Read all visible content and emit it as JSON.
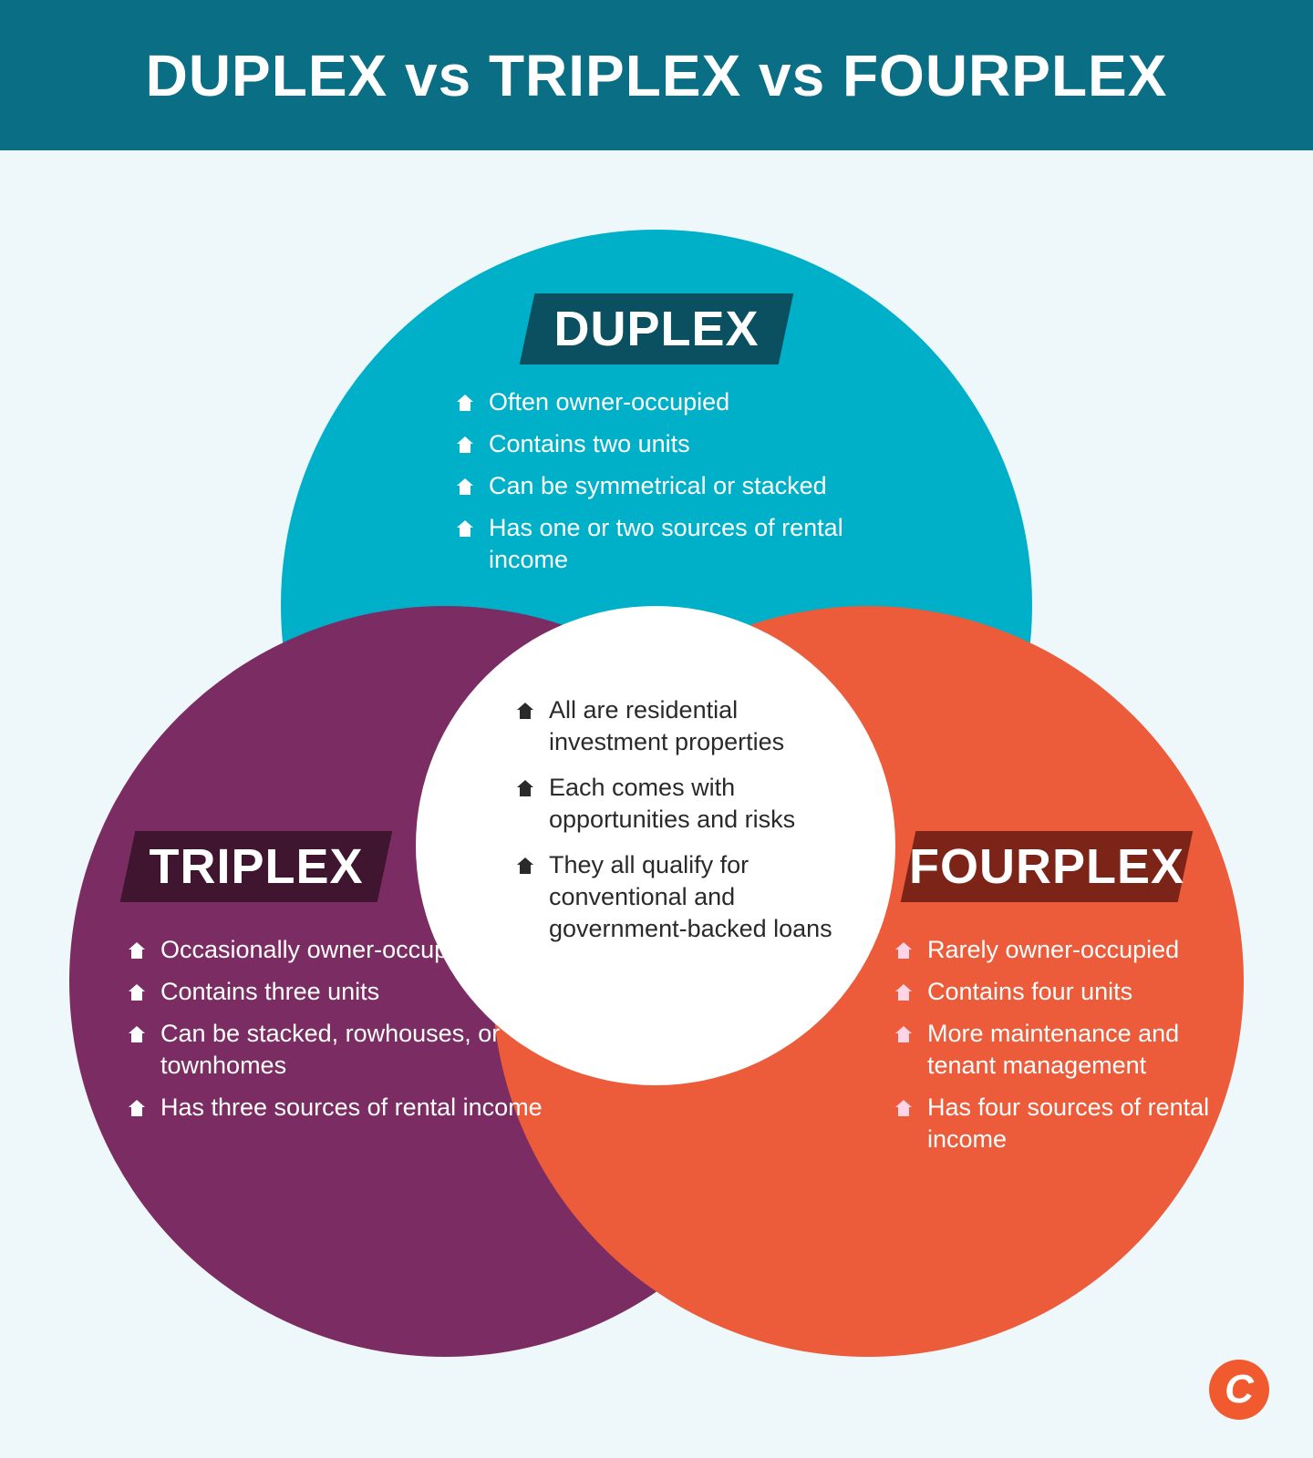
{
  "title": "DUPLEX vs TRIPLEX vs FOURPLEX",
  "colors": {
    "header": "#0a6e85",
    "background": "#eef7fa",
    "duplex": "#00b0c8",
    "triplex": "#7b2d63",
    "fourplex": "#ec5b3a",
    "center": "#ffffff"
  },
  "duplex": {
    "label": "DUPLEX",
    "items": [
      "Often owner-occupied",
      "Contains two units",
      "Can be symmetrical or stacked",
      "Has one or two sources of rental income"
    ]
  },
  "triplex": {
    "label": "TRIPLEX",
    "items": [
      "Occasionally owner-occupied",
      "Contains three units",
      "Can be stacked, rowhouses, or townhomes",
      "Has three sources of rental income"
    ]
  },
  "fourplex": {
    "label": "FOURPLEX",
    "items": [
      "Rarely owner-occupied",
      "Contains four units",
      "More maintenance and tenant management",
      "Has four sources of rental income"
    ]
  },
  "common": {
    "items": [
      "All are residential investment properties",
      "Each comes with opportunities and risks",
      "They all qualify for conventional and government-backed loans"
    ]
  },
  "logo": {
    "letter": "C",
    "icon": "brand-logo-icon"
  },
  "bullet_icon": "house-icon"
}
